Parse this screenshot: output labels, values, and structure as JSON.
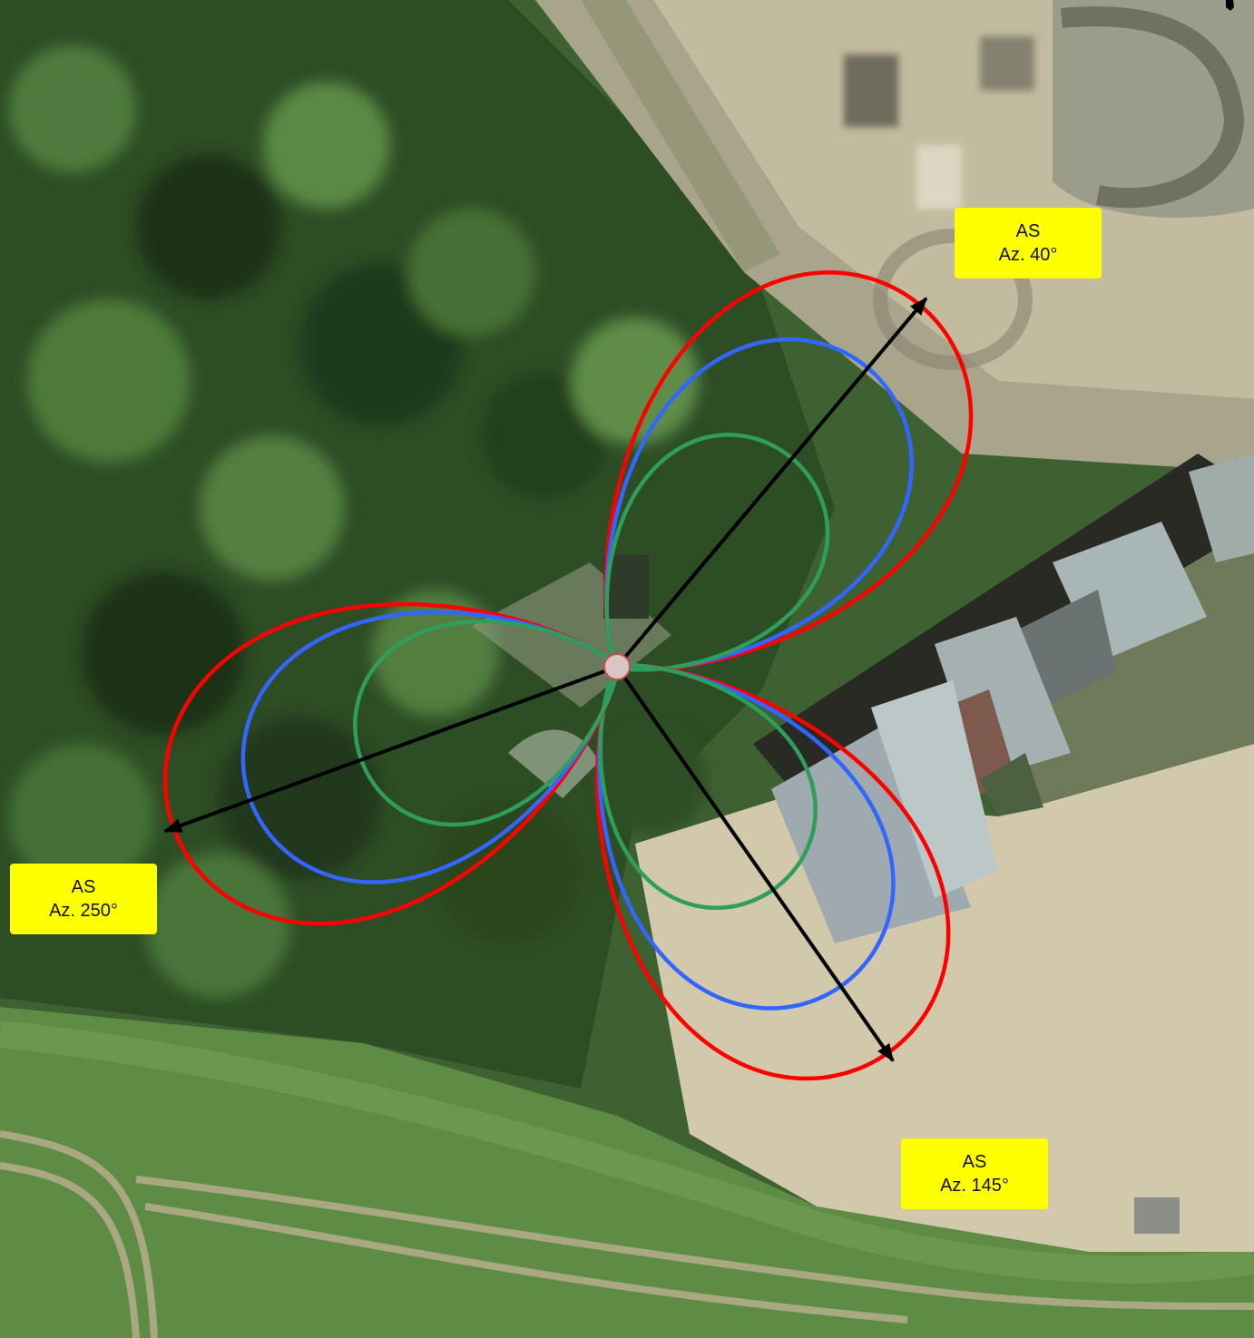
{
  "map": {
    "background": {
      "description_free": true,
      "colors": {
        "forest_dark": "#1f3a1c",
        "forest": "#3a5e2c",
        "field": "#5f8a48",
        "road": "#b7b09a",
        "gravel": "#cfc6ad",
        "sand": "#d8cfb8",
        "roof": "#9aa9aa"
      }
    },
    "site": {
      "center_color": "#d9c6c4"
    },
    "sectors": [
      {
        "id": "sector-40",
        "azimuth_deg": 40,
        "label": "AS",
        "azimuth_text": "Az. 40°"
      },
      {
        "id": "sector-145",
        "azimuth_deg": 145,
        "label": "AS",
        "azimuth_text": "Az. 145°"
      },
      {
        "id": "sector-250",
        "azimuth_deg": 250,
        "label": "AS",
        "azimuth_text": "Az. 250°"
      }
    ],
    "contour_colors": {
      "outer": "#ff0000",
      "middle": "#3366ff",
      "inner": "#2e9e5a"
    },
    "arrow_color": "#000000",
    "label_box_color": "#ffff00"
  }
}
